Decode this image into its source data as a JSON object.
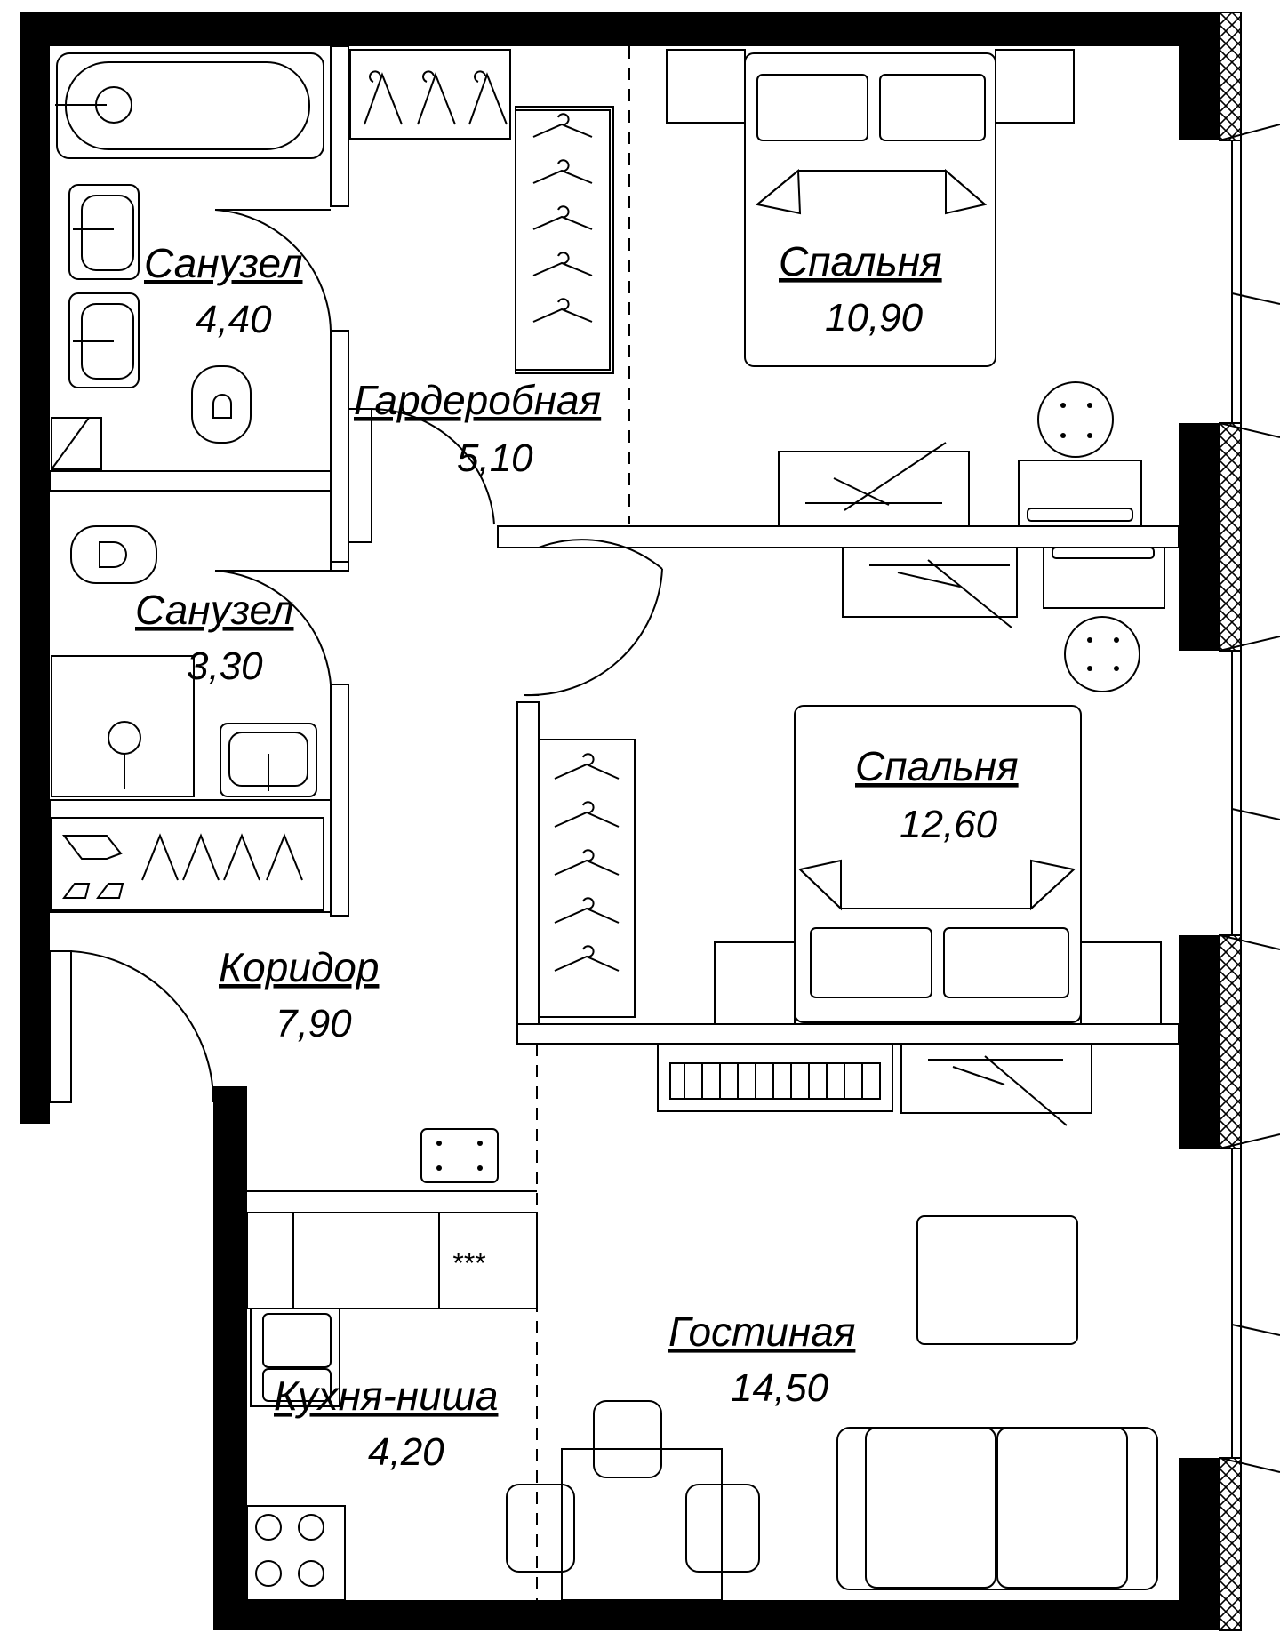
{
  "rooms": [
    {
      "id": "bath1",
      "name": "Санузел",
      "area": "4,40"
    },
    {
      "id": "wardrobe",
      "name": "Гардеробная",
      "area": "5,10"
    },
    {
      "id": "bed1",
      "name": "Спальня",
      "area": "10,90"
    },
    {
      "id": "bath2",
      "name": "Санузел",
      "area": "3,30"
    },
    {
      "id": "bed2",
      "name": "Спальня",
      "area": "12,60"
    },
    {
      "id": "corridor",
      "name": "Коридор",
      "area": "7,90"
    },
    {
      "id": "living",
      "name": "Гостиная",
      "area": "14,50"
    },
    {
      "id": "kitchen",
      "name": "Кухня-ниша",
      "area": "4,20"
    }
  ],
  "hob_label": "***"
}
